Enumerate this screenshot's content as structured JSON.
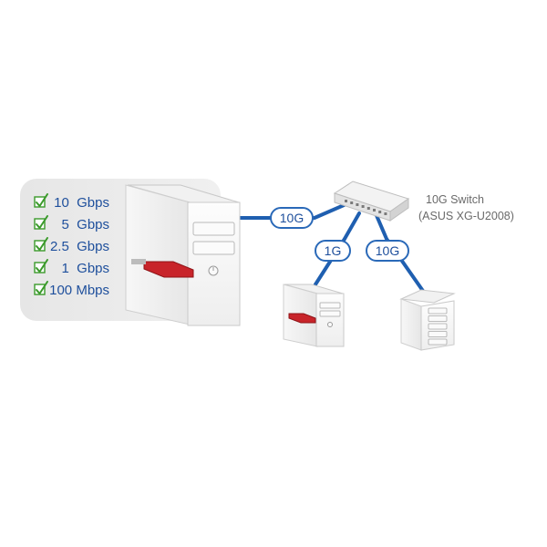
{
  "supported_speeds": [
    {
      "label": "10  Gbps"
    },
    {
      "label": "5  Gbps"
    },
    {
      "label": "2.5  Gbps"
    },
    {
      "label": "1  Gbps"
    },
    {
      "label": "100 Mbps"
    }
  ],
  "links": {
    "pc_to_switch": "10G",
    "switch_to_desktop": "1G",
    "switch_to_nas": "10G"
  },
  "switch": {
    "name": "10G Switch",
    "model": "(ASUS XG-U2008)"
  },
  "colors": {
    "cable": "#1f5fb0",
    "badge_border": "#2a69b8",
    "badge_text": "#1e4f9c",
    "check": "#3a9a2a",
    "panel": "#ebebeb",
    "nic_card": "#c8242a",
    "device_body": "#f4f4f4",
    "device_shadow": "#d6d6d6",
    "switch_label": "#6a6a6a"
  },
  "icons": {
    "checkbox": "checkbox-checked-icon",
    "pc": "tower-pc-icon",
    "switch": "network-switch-icon",
    "desktop": "desktop-pc-icon",
    "nas": "nas-icon"
  }
}
